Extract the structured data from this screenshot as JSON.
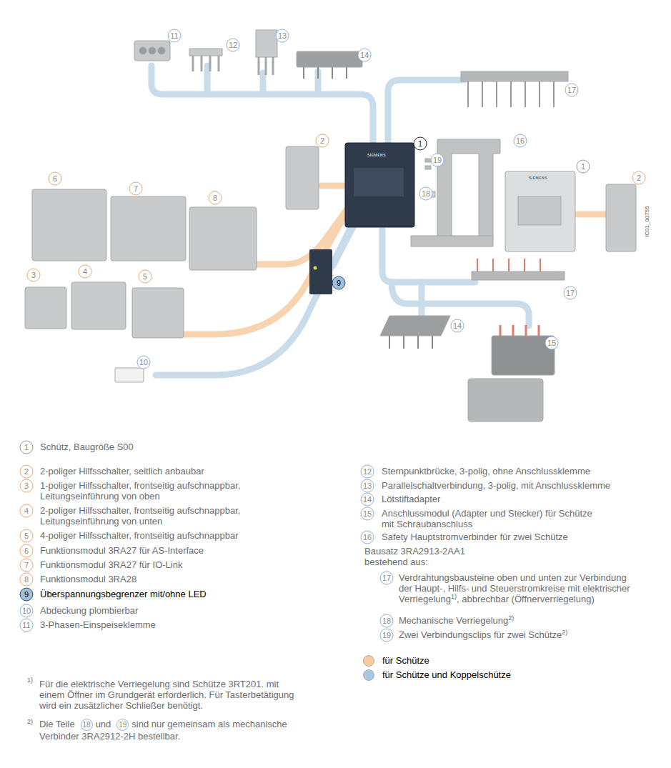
{
  "diagram": {
    "labels": [
      "11",
      "12",
      "13",
      "14",
      "17",
      "2",
      "1",
      "19",
      "16",
      "1",
      "2",
      "18",
      "6",
      "7",
      "8",
      "3",
      "4",
      "5",
      "9",
      "17",
      "14",
      "10",
      "15",
      "SIEMENS",
      "SIEMENS",
      "IC01_00755",
      "1",
      "Schütz, Baugröße S00",
      "2",
      "2-poliger Hilfsschalter, seitlich anbaubar",
      "3",
      "1-poliger Hilfsschalter, frontseitig aufschnappbar, Leitungseinführung von oben",
      "4",
      "2-poliger Hilfsschalter, frontseitig aufschnappbar, Leitungseinführung von unten",
      "5",
      "4-poliger Hilfsschalter, frontseitig aufschnappbar",
      "6",
      "Funktionsmodul 3RA27 für AS-Interface",
      "7",
      "Funktionsmodul 3RA27 für IO-Link",
      "8",
      "Funktionsmodul 3RA28",
      "9",
      "Überspannungsbegrenzer mit/ohne LED",
      "10",
      "Abdeckung plombierbar",
      "11",
      "3-Phasen-Einspeiseklemme",
      "12",
      "Sternpunktbrücke, 3-polig, ohne Anschlussklemme",
      "13",
      "Parallelschaltverbindung, 3-polig, mit Anschlussklemme",
      "14",
      "Lötstiftadapter",
      "15",
      "Anschlussmodul (Adapter und Stecker) für Schütze mit Schraubanschluss",
      "16",
      "Safety Hauptstromverbinder für zwei Schütze",
      "Bausatz 3RA2913-2AA1 bestehend aus:",
      "17",
      "Verdrahtungsbausteine oben und unten zur Verbindung der Haupt-, Hilfs- und Steuerstromkreise mit elektrischer Verriegelung",
      "1)",
      ", abbrechbar (Öffnerverriegelung)",
      "18",
      "Mechanische Verriegelung",
      "2)",
      "19",
      "Zwei Verbindungsclips für zwei Schütze",
      "2)",
      "1)",
      "Für die elektrische Verriegelung sind Schütze 3RT201. mit einem Öffner im Grundgerät erforderlich. Für Tasterbetätigung wird ein zusätzlicher Schließer benötigt.",
      "2)",
      "Die Teile",
      "18",
      "und",
      "19",
      "sind nur gemeinsam als mechanische Verbinder 3RA2912-2H bestellbar."
    ],
    "legend": [
      {
        "text": "für Schütze",
        "color": "#f9c9a0"
      },
      {
        "text": "für Schütze und Koppelschütze",
        "color": "#a8c8e0"
      }
    ]
  }
}
